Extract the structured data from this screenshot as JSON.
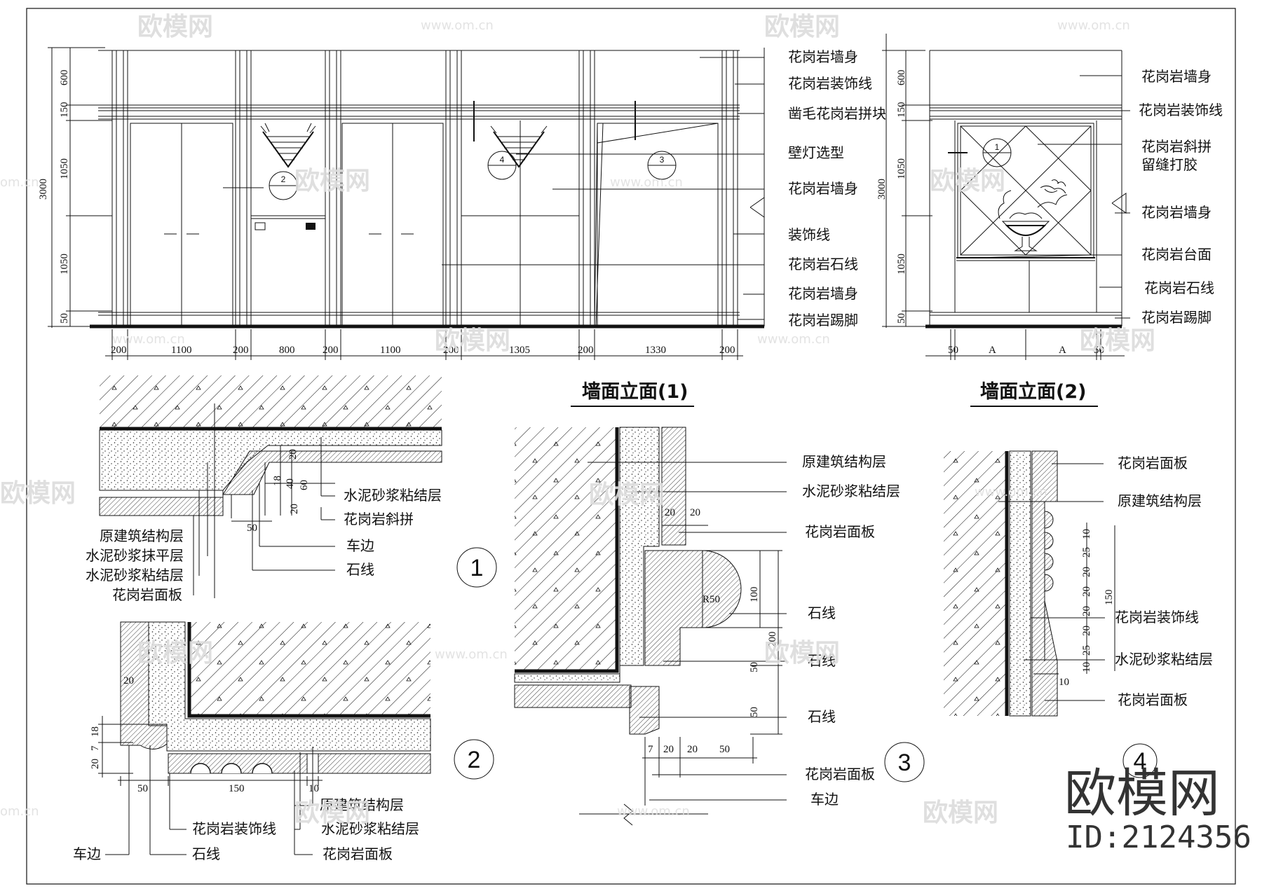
{
  "elevation1": {
    "title": "墙面立面(1)",
    "heights": [
      "3000",
      "600",
      "150",
      "1050",
      "1050",
      "50"
    ],
    "widths": [
      "200",
      "1100",
      "200",
      "800",
      "200",
      "1100",
      "200",
      "1305",
      "200",
      "1330",
      "200"
    ],
    "labels": [
      "花岗岩墙身",
      "花岗岩装饰线",
      "凿毛花岗岩拼块",
      "壁灯选型",
      "花岗岩墙身",
      "装饰线",
      "花岗岩石线",
      "花岗岩墙身",
      "花岗岩踢脚"
    ],
    "markers": [
      "2",
      "4",
      "3"
    ]
  },
  "elevation2": {
    "title": "墙面立面(2)",
    "heights": [
      "3000",
      "600",
      "150",
      "1050",
      "1050",
      "50"
    ],
    "widths": [
      "50",
      "A",
      "A",
      "50"
    ],
    "labels": [
      "花岗岩墙身",
      "花岗岩装饰线",
      "花岗岩斜拼",
      "留缝打胶",
      "花岗岩墙身",
      "花岗岩台面",
      "花岗岩石线",
      "花岗岩踢脚"
    ],
    "markers": [
      "1"
    ]
  },
  "detail1": {
    "number": "1",
    "labels": [
      "水泥砂浆粘结层",
      "花岗岩斜拼",
      "车边",
      "石线",
      "原建筑结构层",
      "水泥砂浆抹平层",
      "水泥砂浆粘结层",
      "花岗岩面板"
    ],
    "dims": [
      "20",
      "18",
      "40",
      "60",
      "20",
      "50"
    ]
  },
  "detail2": {
    "number": "2",
    "labels": [
      "原建筑结构层",
      "花岗岩装饰线",
      "水泥砂浆粘结层",
      "车边",
      "石线",
      "花岗岩面板"
    ],
    "dims": [
      "20",
      "18",
      "7",
      "20",
      "50",
      "150",
      "10"
    ]
  },
  "detail3": {
    "number": "3",
    "labels": [
      "原建筑结构层",
      "水泥砂浆粘结层",
      "花岗岩面板",
      "石线",
      "石线",
      "石线",
      "花岗岩面板",
      "车边"
    ],
    "dims": [
      "20",
      "20",
      "R50",
      "100",
      "200",
      "50",
      "50",
      "7",
      "20",
      "20",
      "50"
    ]
  },
  "detail4": {
    "number": "4",
    "labels": [
      "花岗岩面板",
      "原建筑结构层",
      "花岗岩装饰线",
      "水泥砂浆粘结层",
      "花岗岩面板"
    ],
    "dims": [
      "10",
      "25",
      "20",
      "20",
      "20",
      "20",
      "25",
      "10",
      "150",
      "10"
    ]
  },
  "watermark": {
    "brand_big": "欧模网",
    "id": "ID:2124356",
    "logo_text": "欧模网",
    "url": "www.om.cn",
    "short": "om.cn"
  }
}
